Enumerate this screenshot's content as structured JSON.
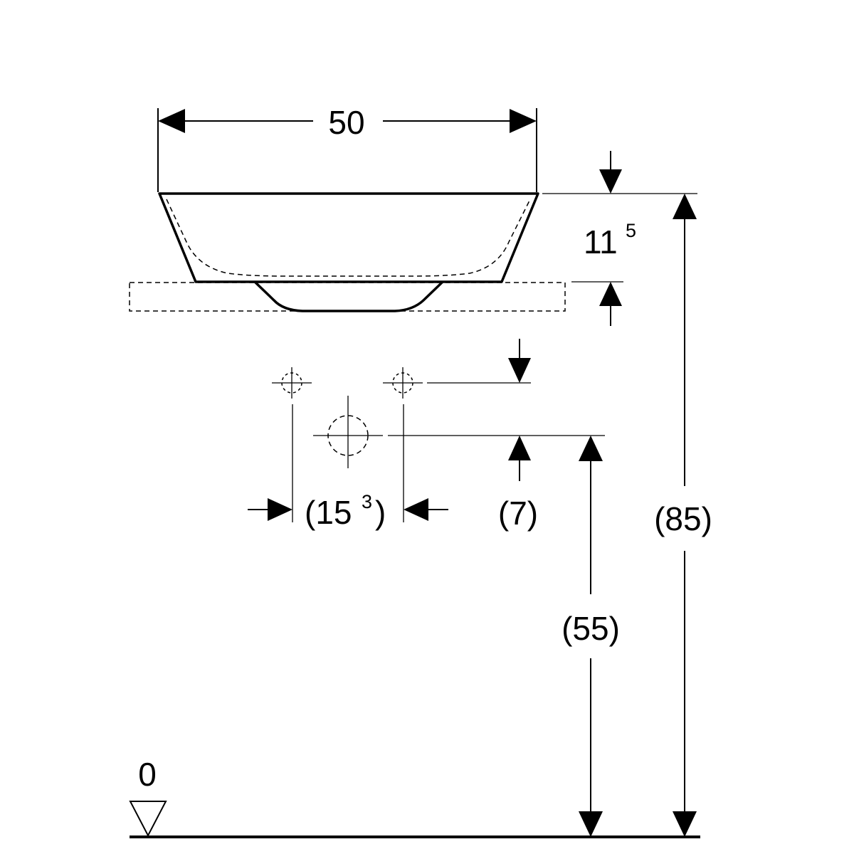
{
  "dimensions": {
    "width": "50",
    "bowl_height_main": "11",
    "bowl_height_sup": "5",
    "tap_spacing_main": "(15",
    "tap_spacing_sup": "3",
    "tap_spacing_close": ")",
    "tap_offset": "(7)",
    "drain_height": "(55)",
    "rim_height": "(85)",
    "floor_level": "0"
  }
}
